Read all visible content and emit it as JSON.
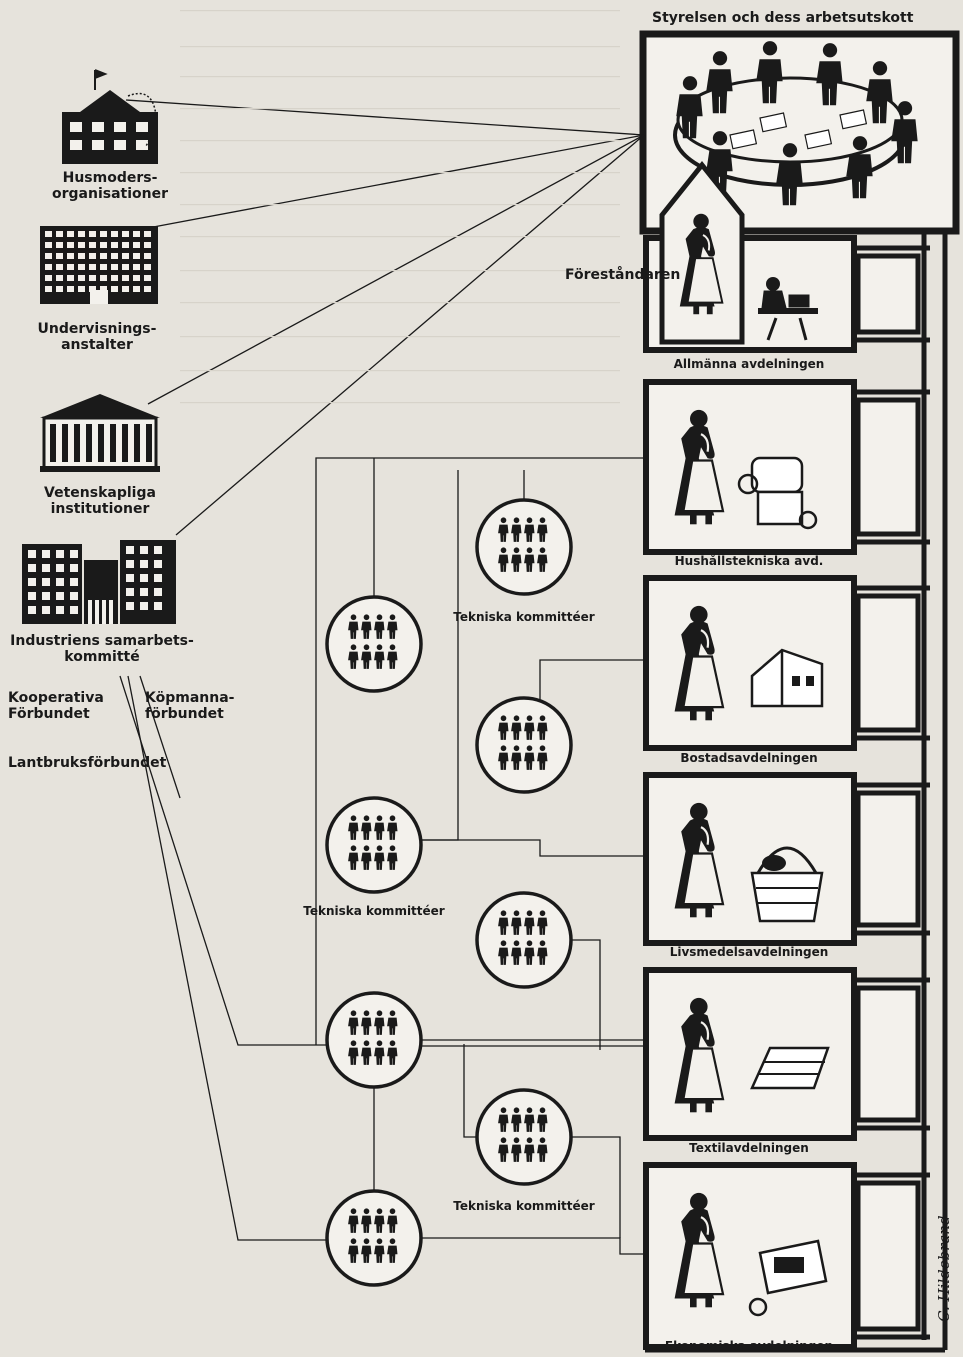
{
  "title": "Styrelsen och dess arbetsutskott",
  "manager_label": "Föreståndaren",
  "organizations": [
    {
      "id": "husmoders",
      "label": "Husmoders-\norganisationer"
    },
    {
      "id": "undervisning",
      "label": "Undervisnings-\nanstalter"
    },
    {
      "id": "vetenskapliga",
      "label": "Vetenskapliga\ninstitutioner"
    },
    {
      "id": "industrien",
      "label": "Industriens samarbets-\nkommitté"
    },
    {
      "id": "kooperativa",
      "label": "Kooperativa\nFörbundet"
    },
    {
      "id": "kopmanna",
      "label": "Köpmanna-\nförbundet"
    },
    {
      "id": "lantbruks",
      "label": "Lantbruksförbundet"
    }
  ],
  "departments": [
    {
      "id": "allmanna",
      "label": "Allmänna avdelningen",
      "icon": "typist-icon"
    },
    {
      "id": "hushall",
      "label": "Hushållstekniska avd.",
      "icon": "kitchen-pots-icon"
    },
    {
      "id": "bostad",
      "label": "Bostadsavdelningen",
      "icon": "house-icon"
    },
    {
      "id": "livsmedel",
      "label": "Livsmedelsavdelningen",
      "icon": "food-basket-icon"
    },
    {
      "id": "textil",
      "label": "Textilavdelningen",
      "icon": "fabric-roll-icon"
    },
    {
      "id": "ekonomi",
      "label": "Ekonomiska avdelningen",
      "icon": "calculator-icon"
    }
  ],
  "committee_labels": [
    "Tekniska kommittéer",
    "Tekniska kommittéer",
    "Tekniska kommittéer"
  ],
  "committee_count": 8,
  "signature": "C. Hildebrand"
}
